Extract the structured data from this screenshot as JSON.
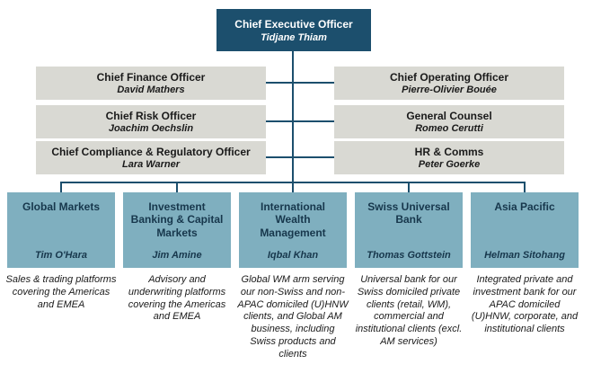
{
  "ceo": {
    "title": "Chief Executive Officer",
    "name": "Tidjane Thiam"
  },
  "tier2": {
    "left": [
      {
        "title": "Chief Finance Officer",
        "name": "David Mathers"
      },
      {
        "title": "Chief Risk Officer",
        "name": "Joachim Oechslin"
      },
      {
        "title": "Chief Compliance & Regulatory Officer",
        "name": "Lara Warner"
      }
    ],
    "right": [
      {
        "title": "Chief Operating Officer",
        "name": "Pierre-Olivier Bouée"
      },
      {
        "title": "General Counsel",
        "name": "Romeo Cerutti"
      },
      {
        "title": "HR & Comms",
        "name": "Peter Goerke"
      }
    ]
  },
  "divisions": [
    {
      "title": "Global Markets",
      "name": "Tim O'Hara",
      "description": "Sales & trading platforms covering the Americas and EMEA"
    },
    {
      "title": "Investment Banking & Capital Markets",
      "name": "Jim Amine",
      "description": "Advisory and underwriting platforms covering the Americas and EMEA"
    },
    {
      "title": "International Wealth Management",
      "name": "Iqbal Khan",
      "description": "Global WM arm serving our non-Swiss and non-APAC domiciled (U)HNW clients, and Global AM business, including Swiss products and clients"
    },
    {
      "title": "Swiss Universal Bank",
      "name": "Thomas Gottstein",
      "description": "Universal bank for our Swiss domiciled private clients (retail, WM), commercial and institutional clients (excl. AM services)"
    },
    {
      "title": "Asia Pacific",
      "name": "Helman Sitohang",
      "description": "Integrated private and investment bank for our APAC domiciled (U)HNW, corporate, and institutional clients"
    }
  ],
  "colors": {
    "navy": "#1c4f6d",
    "gray": "#d9d9d3",
    "teal": "#7fafbf"
  }
}
